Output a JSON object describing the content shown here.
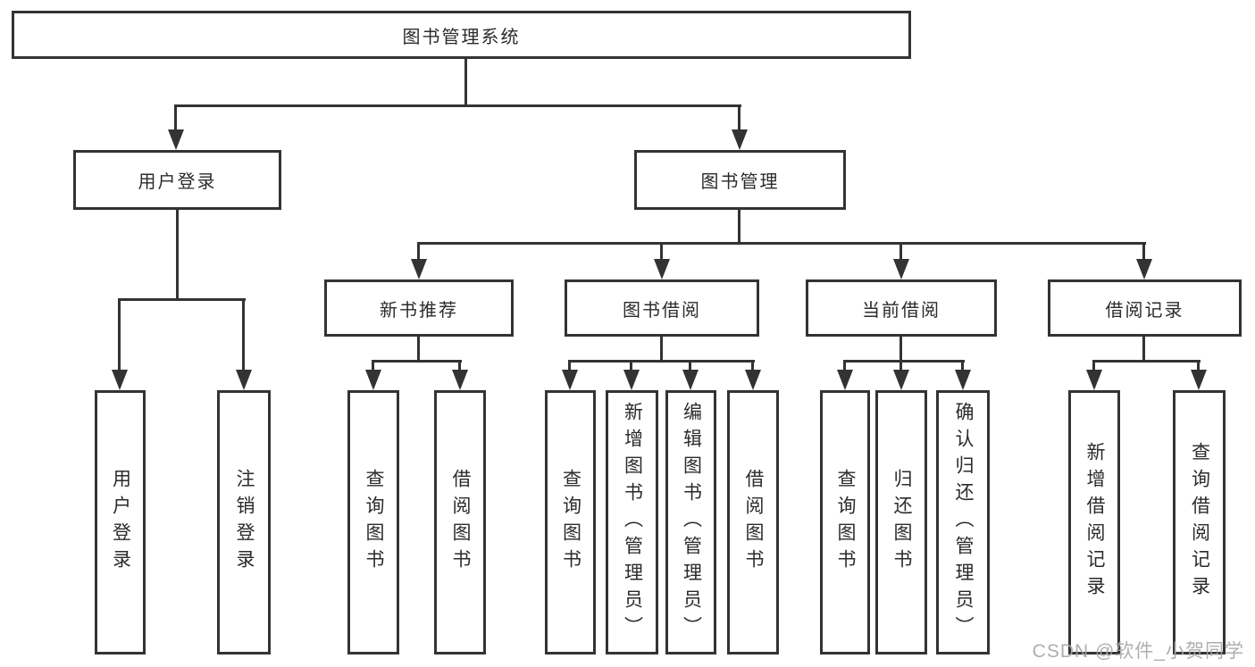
{
  "colors": {
    "line": "#333333",
    "border": "#333333",
    "text": "#2b2b2b",
    "box_bg": "#ffffff",
    "watermark": "#a6a6a6"
  },
  "watermark": {
    "text": "CSDN @软件_小贺同学"
  },
  "tree": {
    "root": {
      "label": "图书管理系统"
    },
    "branches": [
      {
        "label": "用户登录",
        "children": [
          "用户登录",
          "注销登录"
        ]
      },
      {
        "label": "图书管理",
        "sections": [
          {
            "label": "新书推荐",
            "children": [
              "查询图书",
              "借阅图书"
            ]
          },
          {
            "label": "图书借阅",
            "children": [
              "查询图书",
              "新增图书（管理员）",
              "编辑图书（管理员）",
              "借阅图书"
            ]
          },
          {
            "label": "当前借阅",
            "children": [
              "查询图书",
              "归还图书",
              "确认归还（管理员）"
            ]
          },
          {
            "label": "借阅记录",
            "children": [
              "新增借阅记录",
              "查询借阅记录"
            ]
          }
        ]
      }
    ]
  }
}
